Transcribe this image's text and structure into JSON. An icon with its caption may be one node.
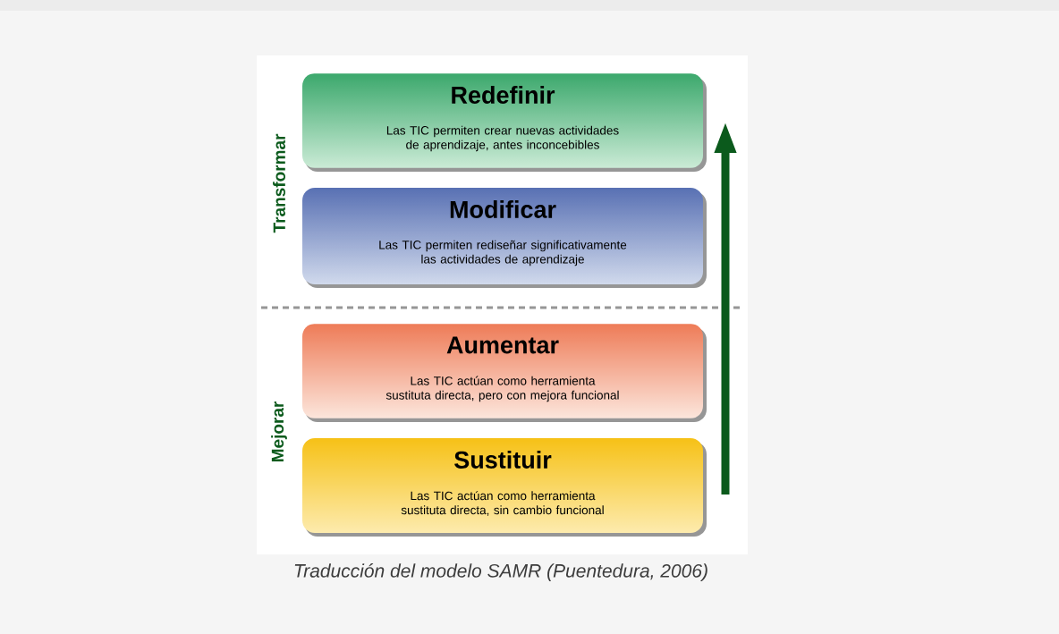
{
  "diagram": {
    "caption": "Traducción del modelo SAMR (Puentedura, 2006)",
    "nodes": [
      {
        "text": [
          "Redefinir",
          "Las TIC permiten crear nuevas actividades de aprendizaje, antes inconcebibles"
        ]
      },
      {
        "text": [
          "Modificar",
          "Las TIC permiten rediseñar significativamente las actividades de aprendizaje"
        ]
      },
      {
        "text": [
          "Aumentar",
          "Las TIC actúan como herramienta sustituta directa, pero con mejora funcional"
        ]
      },
      {
        "text": [
          "Sustituir",
          "Las TIC actúan como herramienta sustituta directa, sin cambio funcional"
        ]
      }
    ],
    "labels": [
      "Transformar",
      "Mejorar"
    ]
  }
}
